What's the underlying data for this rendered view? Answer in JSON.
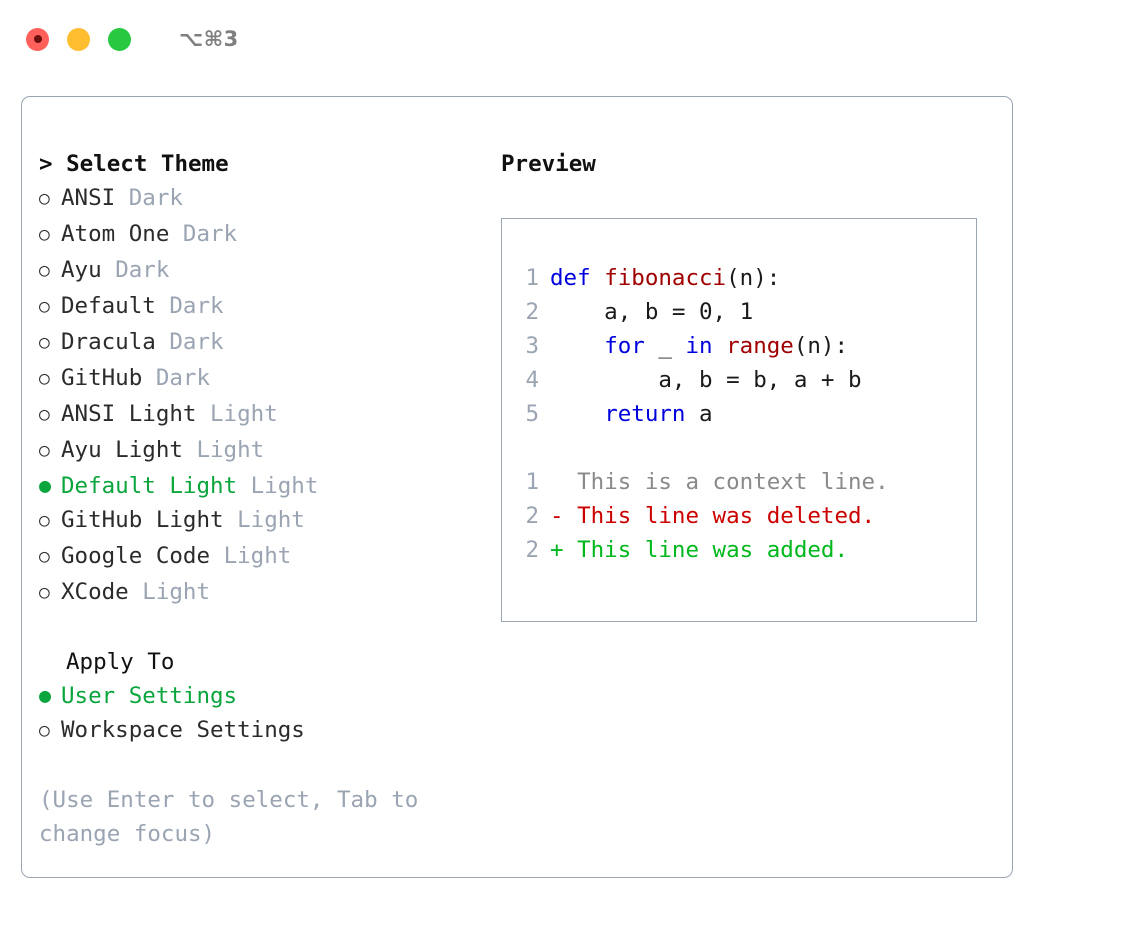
{
  "titlebar": {
    "shortcut": "⌥⌘3",
    "buttons": [
      {
        "name": "close",
        "color": "#ff6059"
      },
      {
        "name": "minimize",
        "color": "#ffbe2f"
      },
      {
        "name": "zoom",
        "color": "#28c840"
      }
    ]
  },
  "theme_picker": {
    "header_caret": ">",
    "header_label": "Select Theme",
    "items": [
      {
        "bullet": "○",
        "name": "ANSI",
        "tag": "Dark",
        "selected": false
      },
      {
        "bullet": "○",
        "name": "Atom One",
        "tag": "Dark",
        "selected": false
      },
      {
        "bullet": "○",
        "name": "Ayu",
        "tag": "Dark",
        "selected": false
      },
      {
        "bullet": "○",
        "name": "Default",
        "tag": "Dark",
        "selected": false
      },
      {
        "bullet": "○",
        "name": "Dracula",
        "tag": "Dark",
        "selected": false
      },
      {
        "bullet": "○",
        "name": "GitHub",
        "tag": "Dark",
        "selected": false
      },
      {
        "bullet": "○",
        "name": "ANSI Light",
        "tag": "Light",
        "selected": false
      },
      {
        "bullet": "○",
        "name": "Ayu Light",
        "tag": "Light",
        "selected": false
      },
      {
        "bullet": "●",
        "name": "Default Light",
        "tag": "Light",
        "selected": true
      },
      {
        "bullet": "○",
        "name": "GitHub Light",
        "tag": "Light",
        "selected": false
      },
      {
        "bullet": "○",
        "name": "Google Code",
        "tag": "Light",
        "selected": false
      },
      {
        "bullet": "○",
        "name": "XCode",
        "tag": "Light",
        "selected": false
      }
    ]
  },
  "apply_to": {
    "header_label": "Apply To",
    "items": [
      {
        "bullet": "●",
        "name": "User Settings",
        "selected": true
      },
      {
        "bullet": "○",
        "name": "Workspace Settings",
        "selected": false
      }
    ]
  },
  "hint": "(Use Enter to select, Tab to change focus)",
  "preview": {
    "title": "Preview",
    "code_lines": [
      {
        "no": "1",
        "tokens": [
          {
            "t": "def",
            "c": "kw"
          },
          {
            "t": " ",
            "c": "plain"
          },
          {
            "t": "fibonacci",
            "c": "fn"
          },
          {
            "t": "(n):",
            "c": "plain"
          }
        ]
      },
      {
        "no": "2",
        "tokens": [
          {
            "t": "    a, b = 0, 1",
            "c": "plain"
          }
        ]
      },
      {
        "no": "3",
        "tokens": [
          {
            "t": "    ",
            "c": "plain"
          },
          {
            "t": "for",
            "c": "kw"
          },
          {
            "t": " _ ",
            "c": "plain"
          },
          {
            "t": "in",
            "c": "kw"
          },
          {
            "t": " ",
            "c": "plain"
          },
          {
            "t": "range",
            "c": "fn"
          },
          {
            "t": "(n):",
            "c": "plain"
          }
        ]
      },
      {
        "no": "4",
        "tokens": [
          {
            "t": "        a, b = b, a + b",
            "c": "plain"
          }
        ]
      },
      {
        "no": "5",
        "tokens": [
          {
            "t": "    ",
            "c": "plain"
          },
          {
            "t": "return",
            "c": "kw"
          },
          {
            "t": " a",
            "c": "plain"
          }
        ]
      }
    ],
    "diff_lines": [
      {
        "no": "1",
        "marker": " ",
        "text": " This is a context line.",
        "kind": "ctx"
      },
      {
        "no": "2",
        "marker": "-",
        "text": " This line was deleted.",
        "kind": "del"
      },
      {
        "no": "2",
        "marker": "+",
        "text": " This line was added.",
        "kind": "add"
      }
    ]
  },
  "colors": {
    "accent_green": "#0aa53c",
    "muted": "#9aa4b2",
    "keyword_blue": "#0000dd",
    "function_red": "#a00000",
    "diff_deleted": "#cc0000",
    "diff_added": "#00b81d",
    "border": "#9aa4b2"
  }
}
